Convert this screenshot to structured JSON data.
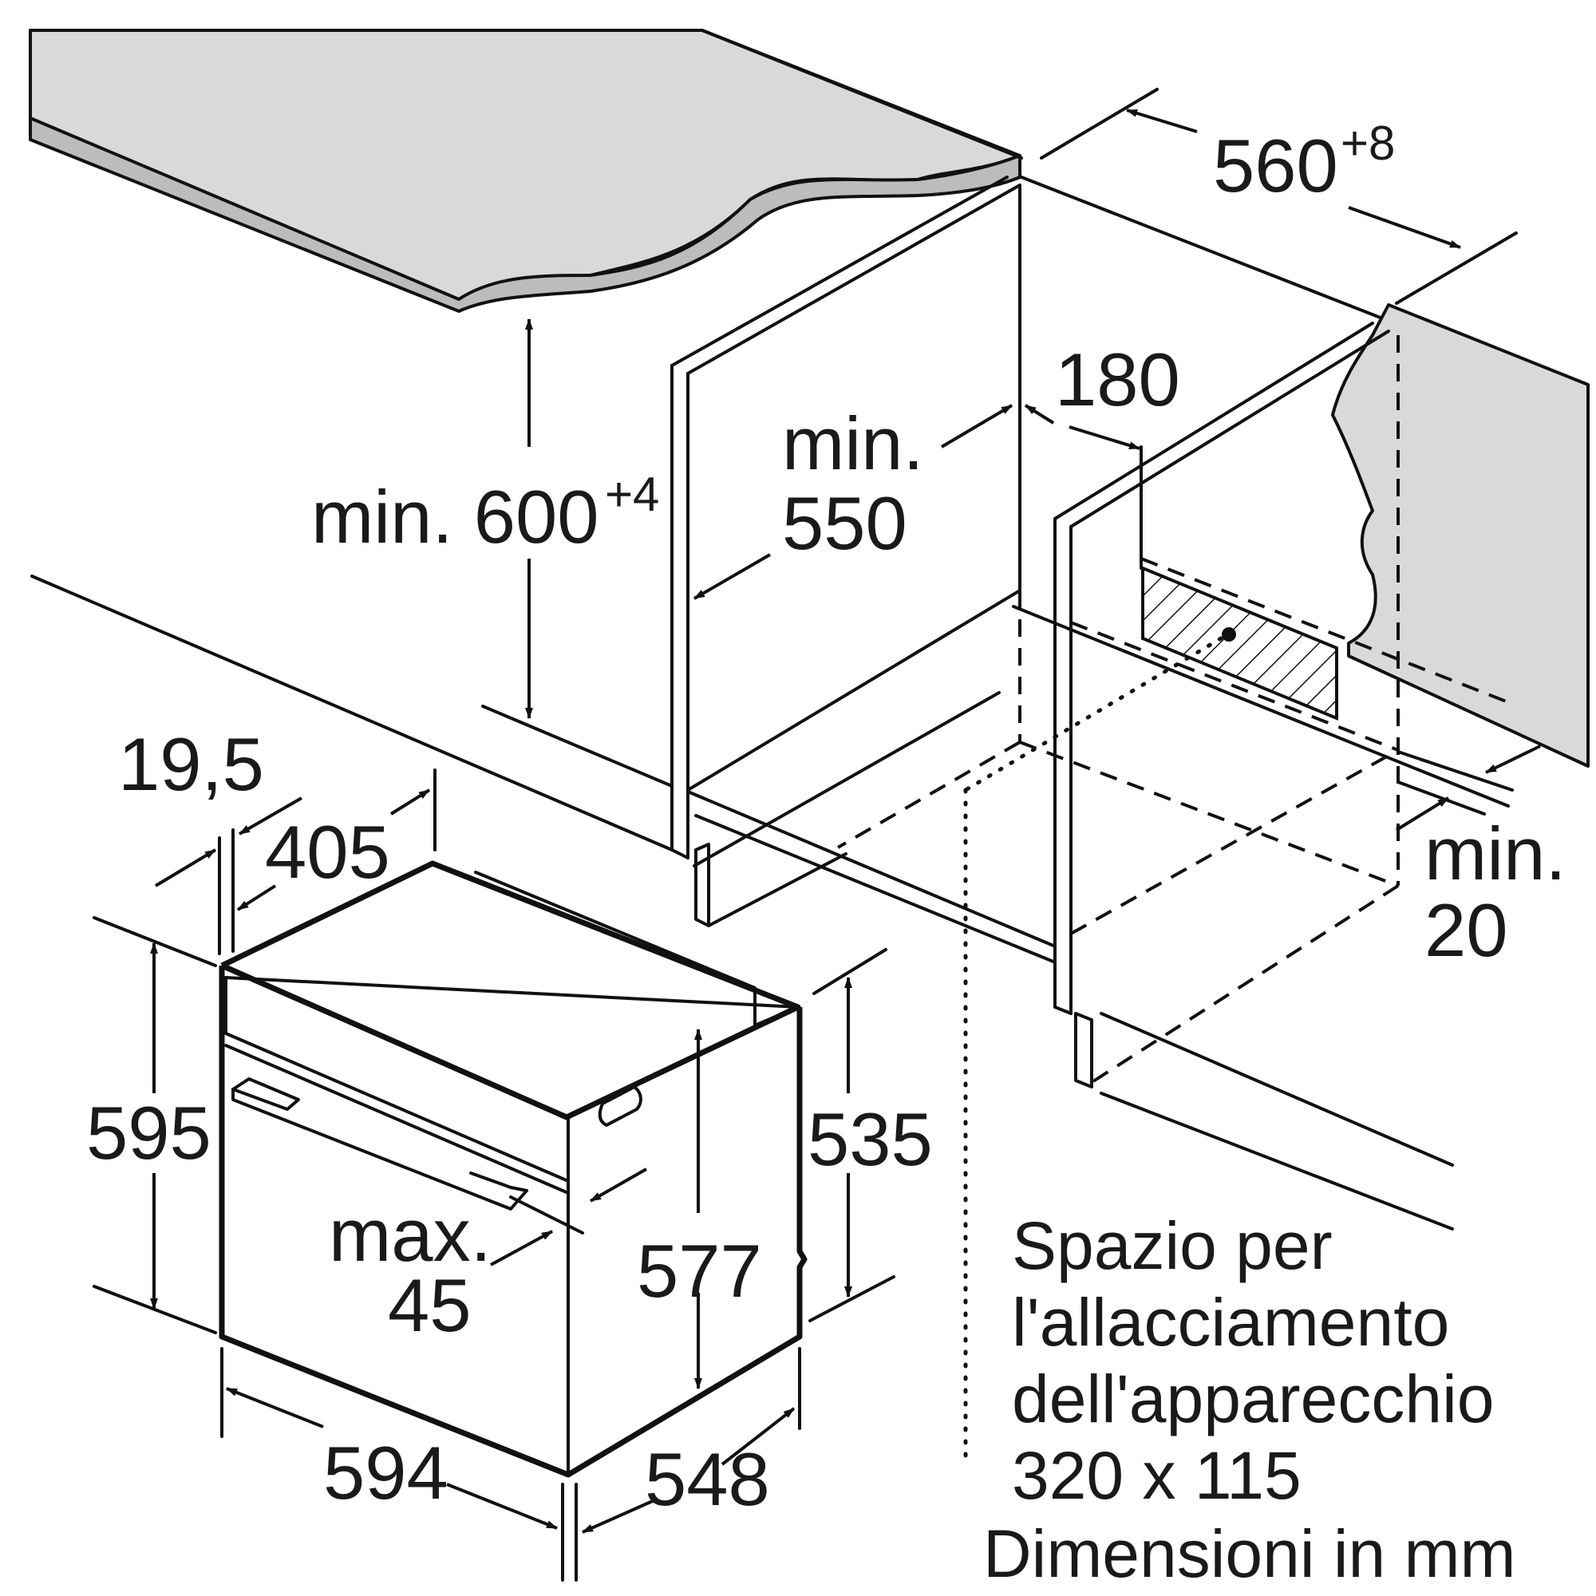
{
  "labels": {
    "width_tolerance_main": "560",
    "width_tolerance_sup": "+8",
    "height_main": "min. 600",
    "height_sup": "+4",
    "depth_min_line1": "min.",
    "depth_min_line2": "550",
    "rear_gap": "180",
    "back_gap_line1": "min.",
    "back_gap_line2": "20",
    "front_thickness": "19,5",
    "top_depth": "405",
    "oven_height": "595",
    "inner_height": "535",
    "body_height": "577",
    "max_line1": "max.",
    "max_line2": "45",
    "oven_width": "594",
    "oven_depth": "548"
  },
  "notes": {
    "connection_line1": "Spazio per",
    "connection_line2": "l'allacciamento",
    "connection_line3": "dell'apparecchio",
    "connection_line4": "320 x 115",
    "units": "Dimensioni in mm"
  }
}
